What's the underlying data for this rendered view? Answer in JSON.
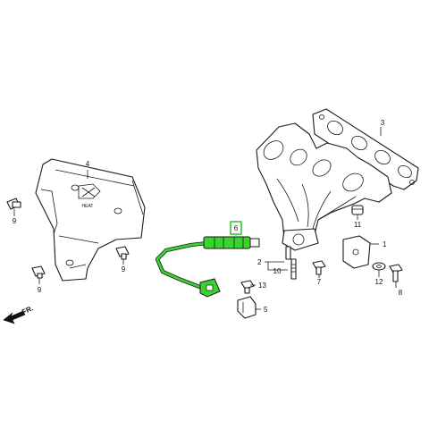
{
  "diagram": {
    "highlight_color": "#39d42f",
    "highlight_box_color": "#22bb22",
    "line_color": "#1a1a1a",
    "watermark_color": "#f3c9a0",
    "front_marker": {
      "label": "FR.",
      "icon": "front-arrow-icon"
    },
    "heat_shield_emblem": "HEAT",
    "parts": {
      "manifold": "1",
      "stud_bolt": "2",
      "gasket": "3",
      "heat_shield": "4",
      "bracket": "5",
      "oxygen_sensor": "6",
      "bolt_7": "7",
      "bolt_8": "8",
      "bolt_9a": "9",
      "bolt_9b": "9",
      "bolt_9c": "9",
      "stud_10": "10",
      "nut_11": "11",
      "washer_12": "12",
      "bolt_13": "13"
    }
  }
}
